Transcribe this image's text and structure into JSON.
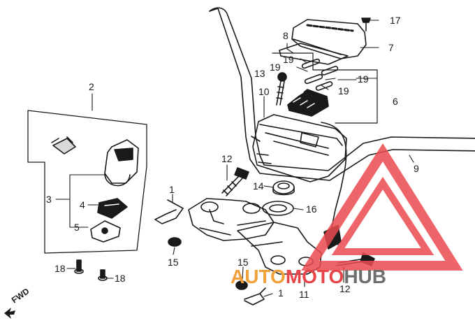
{
  "diagram": {
    "callouts": {
      "c1a": "1",
      "c1b": "1",
      "c2": "2",
      "c3": "3",
      "c4": "4",
      "c5": "5",
      "c6": "6",
      "c7": "7",
      "c8": "8",
      "c9": "9",
      "c10": "10",
      "c11": "11",
      "c12a": "12",
      "c12b": "12",
      "c13": "13",
      "c14": "14",
      "c15a": "15",
      "c15b": "15",
      "c16": "16",
      "c17": "17",
      "c18a": "18",
      "c18b": "18",
      "c19a": "19",
      "c19b": "19",
      "c19c": "19",
      "c19d": "19"
    },
    "fwd_label": "FWD"
  },
  "watermark": {
    "part1": "AUTO",
    "part2": "MOTO",
    "part3": "HUB",
    "colors": {
      "auto": "#f2a13a",
      "moto": "#e8454a",
      "hub": "#6e6e6e",
      "triangle": "#ea4b4f"
    }
  }
}
